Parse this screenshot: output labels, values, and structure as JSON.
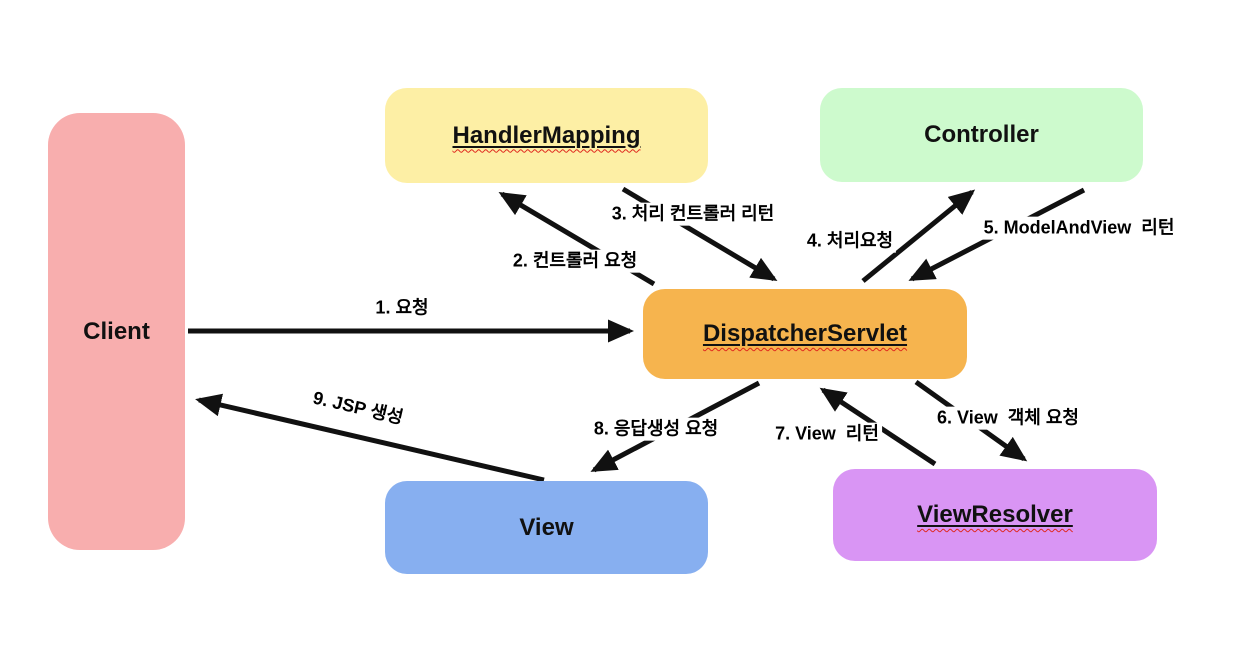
{
  "boxes": {
    "client": {
      "label": "Client",
      "color": "#F8AEAE"
    },
    "handler_mapping": {
      "label": "HandlerMapping",
      "color": "#FDEFA5"
    },
    "controller": {
      "label": "Controller",
      "color": "#CDFACD"
    },
    "dispatcher_servlet": {
      "label": "DispatcherServlet",
      "color": "#F6B44E"
    },
    "view": {
      "label": "View",
      "color": "#87AFF0"
    },
    "view_resolver": {
      "label": "ViewResolver",
      "color": "#D995F4"
    }
  },
  "arrows": [
    {
      "label": "1. 요청",
      "from": "Client",
      "to": "DispatcherServlet"
    },
    {
      "label": "2. 컨트롤러 요청",
      "from": "DispatcherServlet",
      "to": "HandlerMapping"
    },
    {
      "label": "3. 처리 컨트롤러 리턴",
      "from": "HandlerMapping",
      "to": "DispatcherServlet"
    },
    {
      "label": "4. 처리요청",
      "from": "DispatcherServlet",
      "to": "Controller"
    },
    {
      "label": "5. ModelAndView  리턴",
      "from": "Controller",
      "to": "DispatcherServlet"
    },
    {
      "label": "6. View  객체 요청",
      "from": "DispatcherServlet",
      "to": "ViewResolver"
    },
    {
      "label": "7. View  리턴",
      "from": "ViewResolver",
      "to": "DispatcherServlet"
    },
    {
      "label": "8. 응답생성 요청",
      "from": "DispatcherServlet",
      "to": "View"
    },
    {
      "label": "9. JSP 생성",
      "from": "View",
      "to": "Client"
    }
  ],
  "arrow_color": "#111111"
}
